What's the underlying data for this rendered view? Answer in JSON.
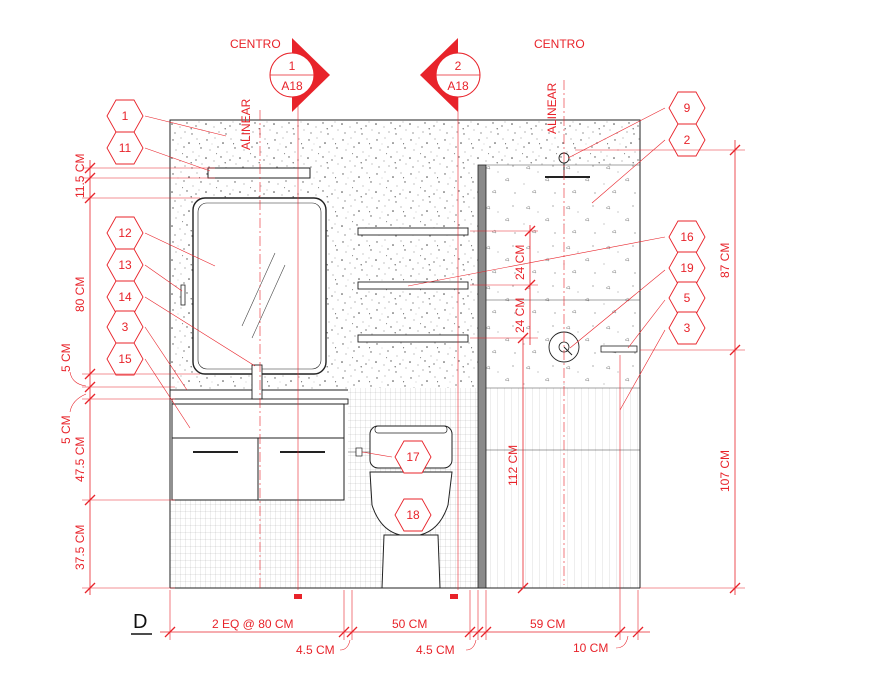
{
  "view_letter": "D",
  "top_labels": {
    "centro_left": "CENTRO",
    "centro_right": "CENTRO",
    "alinear_left": "ALINEAR",
    "alinear_right": "ALINEAR"
  },
  "section_markers": [
    {
      "number": "1",
      "sheet": "A18",
      "direction": "right"
    },
    {
      "number": "2",
      "sheet": "A18",
      "direction": "left"
    }
  ],
  "callouts": {
    "c1": "1",
    "c11": "11",
    "c12": "12",
    "c13": "13",
    "c14": "14",
    "c3a": "3",
    "c15": "15",
    "c9": "9",
    "c2": "2",
    "c16": "16",
    "c19": "19",
    "c5": "5",
    "c3b": "3",
    "c17": "17",
    "c18": "18"
  },
  "dimensions": {
    "left_11_5": "11.5 CM",
    "left_80": "80 CM",
    "left_5a": "5 CM",
    "left_5b": "5 CM",
    "left_47_5": "47.5 CM",
    "left_37_5": "37.5 CM",
    "mid_24a": "24 CM",
    "mid_24b": "24 CM",
    "mid_112": "112 CM",
    "right_87": "87 CM",
    "right_107": "107 CM",
    "bottom_2eq": "2 EQ @ 80 CM",
    "bottom_50": "50 CM",
    "bottom_59": "59 CM",
    "bottom_4_5a": "4.5 CM",
    "bottom_4_5b": "4.5 CM",
    "bottom_10": "10 CM"
  },
  "colors": {
    "annotation": "#e8232a",
    "linework": "#222222"
  }
}
